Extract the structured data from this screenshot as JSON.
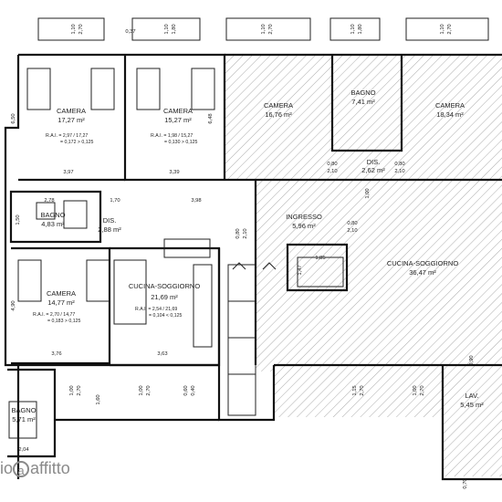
{
  "rooms": {
    "camera_1": {
      "name": "CAMERA",
      "area": "17,27 m²",
      "rai_1": "R.A.I. = 2,97 / 17,27",
      "rai_2": "= 0,172 > 0,125"
    },
    "camera_2": {
      "name": "CAMERA",
      "area": "15,27 m²",
      "rai_1": "R.A.I. = 1,98 / 15,27",
      "rai_2": "= 0,130 > 0,125"
    },
    "camera_3": {
      "name": "CAMERA",
      "area": "16,76 m²"
    },
    "bagno_1": {
      "name": "BAGNO",
      "area": "7,41 m²"
    },
    "camera_4": {
      "name": "CAMERA",
      "area": "18,34 m²"
    },
    "dis_1": {
      "name": "DIS.",
      "area": "2,62 m²"
    },
    "ingresso": {
      "name": "INGRESSO",
      "area": "5,96 m²"
    },
    "bagno_2": {
      "name": "BAGNO",
      "area": "4,83 m²"
    },
    "dis_2": {
      "name": "DIS.",
      "area": "2,88 m²"
    },
    "camera_5": {
      "name": "CAMERA",
      "area": "14,77 m²",
      "rai_1": "R.A.I. = 2,70 / 14,77",
      "rai_2": "= 0,183 > 0,125"
    },
    "cucina_1": {
      "name": "CUCINA-SOGGIORNO",
      "area": "21,69 m²",
      "rai_1": "R.A.I. = 2,54 / 21,69",
      "rai_2": "= 0,104 < 0,125"
    },
    "cucina_2": {
      "name": "CUCINA-SOGGIORNO",
      "area": "36,47 m²"
    },
    "bagno_3": {
      "name": "BAGNO",
      "area": "5,71 m²"
    },
    "lav": {
      "name": "LAV.",
      "area": "5,45 m²"
    }
  },
  "window_dims": {
    "w1": {
      "top": "1,10",
      "bottom": "2,70"
    },
    "w2": {
      "top": "1,10",
      "bottom": "1,80"
    },
    "w3": {
      "top": "1,10",
      "bottom": "2,70"
    },
    "w4": {
      "top": "1,10",
      "bottom": "1,80"
    },
    "w5": {
      "top": "1,10",
      "bottom": "2,70"
    },
    "w6": {
      "top": "1,00",
      "bottom": "2,70"
    },
    "w7": {
      "top": "1,00",
      "bottom": "2,70"
    },
    "w8": {
      "top": "1,15",
      "bottom": "2,70"
    },
    "w9": {
      "top": "1,00",
      "bottom": "2,70"
    }
  },
  "dimensions": {
    "d_650": "6,50",
    "d_648": "6,48",
    "d_397": "3,97",
    "d_339": "3,39",
    "d_278": "2,78",
    "d_170": "1,70",
    "d_398": "3,98",
    "d_490": "4,90",
    "d_376": "3,76",
    "d_363": "3,63",
    "d_185": "1,85",
    "d_147": "1,47",
    "d_204": "2,04",
    "d_037": "0,37",
    "d_080a": "0,80",
    "d_210a": "2,10",
    "d_080b": "0,80",
    "d_210b": "2,10",
    "d_080c": "0,80",
    "d_210c": "2,10",
    "d_080d": "0,80",
    "d_210d": "2,10",
    "d_100": "1,00",
    "d_060": "0,60",
    "d_040": "0,40",
    "d_150": "1,50",
    "d_090": "0,90",
    "d_070": "0,70",
    "d_160": "1,60"
  },
  "watermark": {
    "prefix": "io",
    "brand": "affitto",
    "icon_glyph": "a"
  },
  "colors": {
    "wall": "#111111",
    "hatch": "#8a8a8a",
    "watermark": "#8a8a8a"
  }
}
